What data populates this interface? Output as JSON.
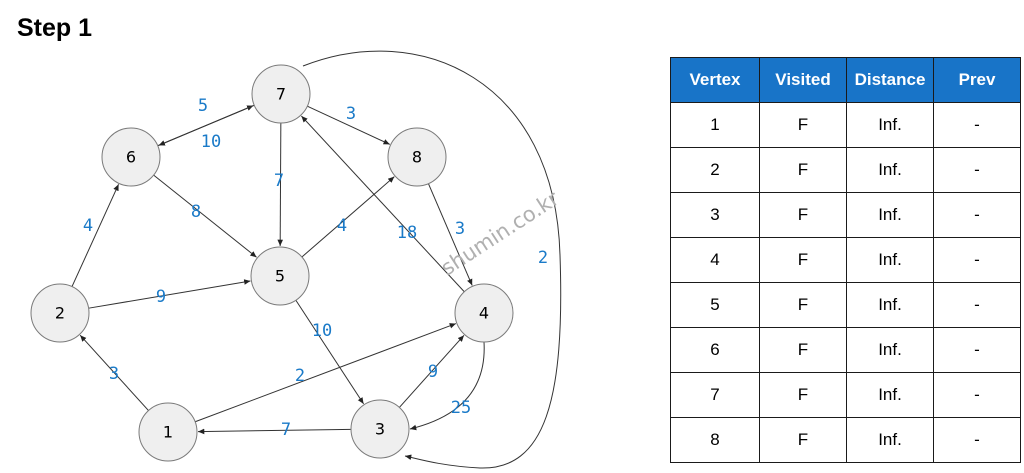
{
  "title": "Step 1",
  "watermark": "shumin.co.kr",
  "graph": {
    "nodes": [
      {
        "id": "1",
        "label": "1"
      },
      {
        "id": "2",
        "label": "2"
      },
      {
        "id": "3",
        "label": "3"
      },
      {
        "id": "4",
        "label": "4"
      },
      {
        "id": "5",
        "label": "5"
      },
      {
        "id": "6",
        "label": "6"
      },
      {
        "id": "7",
        "label": "7"
      },
      {
        "id": "8",
        "label": "8"
      }
    ],
    "edges": [
      {
        "from": "1",
        "to": "2",
        "weight": "3"
      },
      {
        "from": "1",
        "to": "4",
        "weight": "2"
      },
      {
        "from": "2",
        "to": "6",
        "weight": "4"
      },
      {
        "from": "2",
        "to": "5",
        "weight": "9"
      },
      {
        "from": "3",
        "to": "1",
        "weight": "7"
      },
      {
        "from": "3",
        "to": "4",
        "weight": "9"
      },
      {
        "from": "4",
        "to": "3",
        "weight": "25"
      },
      {
        "from": "4",
        "to": "7",
        "weight": "18"
      },
      {
        "from": "5",
        "to": "3",
        "weight": "10"
      },
      {
        "from": "5",
        "to": "8",
        "weight": "4"
      },
      {
        "from": "6",
        "to": "5",
        "weight": "8"
      },
      {
        "from": "6",
        "to": "7",
        "weight": "10"
      },
      {
        "from": "7",
        "to": "6",
        "weight": "5"
      },
      {
        "from": "7",
        "to": "8",
        "weight": "3"
      },
      {
        "from": "7",
        "to": "5",
        "weight": "7"
      },
      {
        "from": "7",
        "to": "3",
        "weight": "2"
      },
      {
        "from": "8",
        "to": "4",
        "weight": "3"
      }
    ]
  },
  "table": {
    "headers": [
      "Vertex",
      "Visited",
      "Distance",
      "Prev"
    ],
    "rows": [
      [
        "1",
        "F",
        "Inf.",
        "-"
      ],
      [
        "2",
        "F",
        "Inf.",
        "-"
      ],
      [
        "3",
        "F",
        "Inf.",
        "-"
      ],
      [
        "4",
        "F",
        "Inf.",
        "-"
      ],
      [
        "5",
        "F",
        "Inf.",
        "-"
      ],
      [
        "6",
        "F",
        "Inf.",
        "-"
      ],
      [
        "7",
        "F",
        "Inf.",
        "-"
      ],
      [
        "8",
        "F",
        "Inf.",
        "-"
      ]
    ]
  }
}
